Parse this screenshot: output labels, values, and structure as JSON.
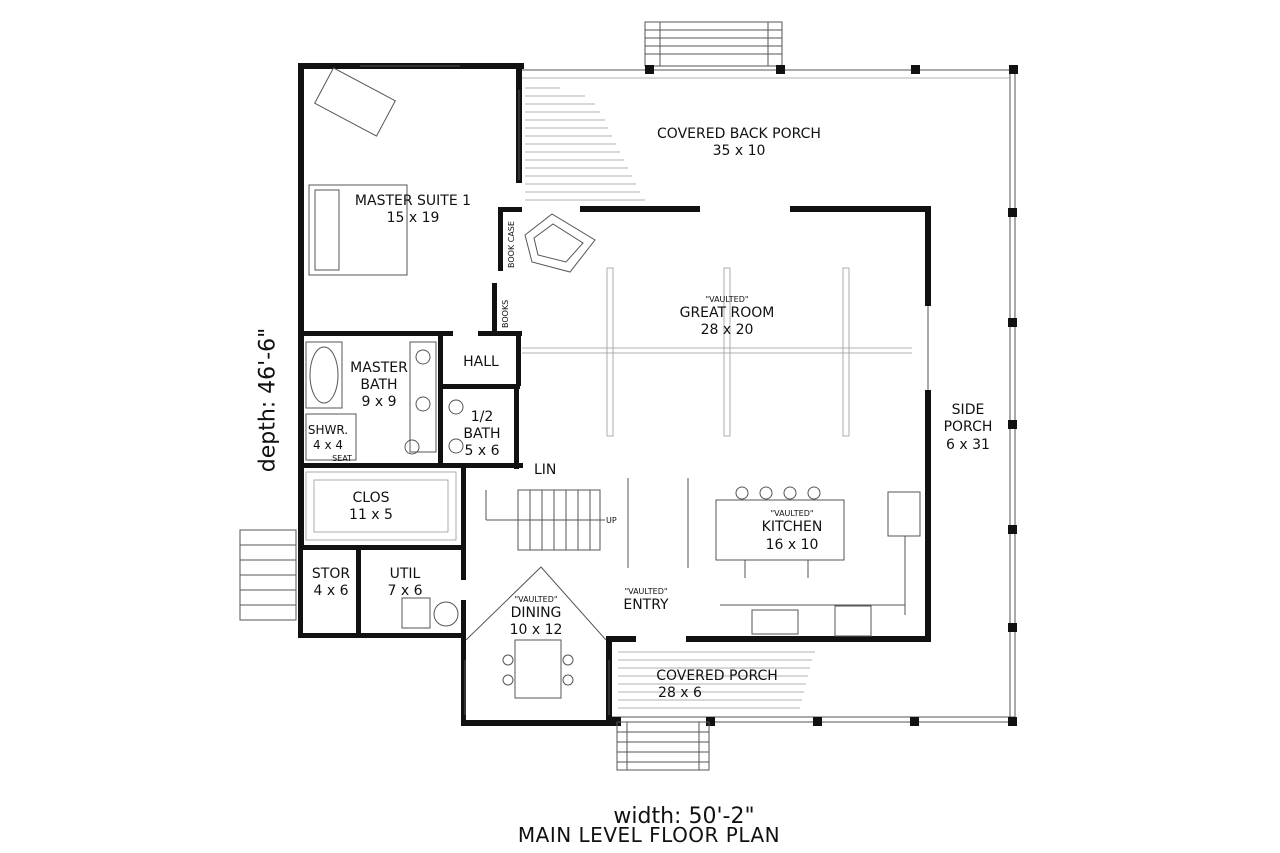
{
  "rooms": {
    "master_suite": {
      "name": "MASTER SUITE 1",
      "size": "15 x 19"
    },
    "covered_back_porch": {
      "name": "COVERED BACK PORCH",
      "size": "35 x 10"
    },
    "great_room": {
      "note": "\"VAULTED\"",
      "name": "GREAT ROOM",
      "size": "28 x 20"
    },
    "hall": {
      "name": "HALL"
    },
    "master_bath": {
      "name_line1": "MASTER",
      "name_line2": "BATH",
      "size": "9 x 9"
    },
    "shower": {
      "name": "SHWR.",
      "size": "4 x 4",
      "seat": "SEAT"
    },
    "half_bath": {
      "name_line1": "1/2",
      "name_line2": "BATH",
      "size": "5 x 6"
    },
    "linen": {
      "name": "LIN"
    },
    "closet": {
      "name": "CLOS",
      "size": "11 x 5"
    },
    "storage": {
      "name": "STOR",
      "size": "4 x 6"
    },
    "utility": {
      "name": "UTIL",
      "size": "7 x 6"
    },
    "dining": {
      "note": "\"VAULTED\"",
      "name": "DINING",
      "size": "10 x 12"
    },
    "entry": {
      "note": "\"VAULTED\"",
      "name": "ENTRY"
    },
    "kitchen": {
      "note": "\"VAULTED\"",
      "name": "KITCHEN",
      "size": "16 x 10"
    },
    "covered_porch": {
      "name": "COVERED PORCH",
      "size": "28 x 6"
    },
    "side_porch": {
      "name_line1": "SIDE",
      "name_line2": "PORCH",
      "size": "6 x 31"
    }
  },
  "labels": {
    "book_case": "BOOK CASE",
    "books": "BOOKS",
    "stair_up": "UP"
  },
  "dimensions": {
    "depth": "depth: 46'-6\"",
    "width": "width: 50'-2\""
  },
  "title": "MAIN LEVEL FLOOR PLAN"
}
